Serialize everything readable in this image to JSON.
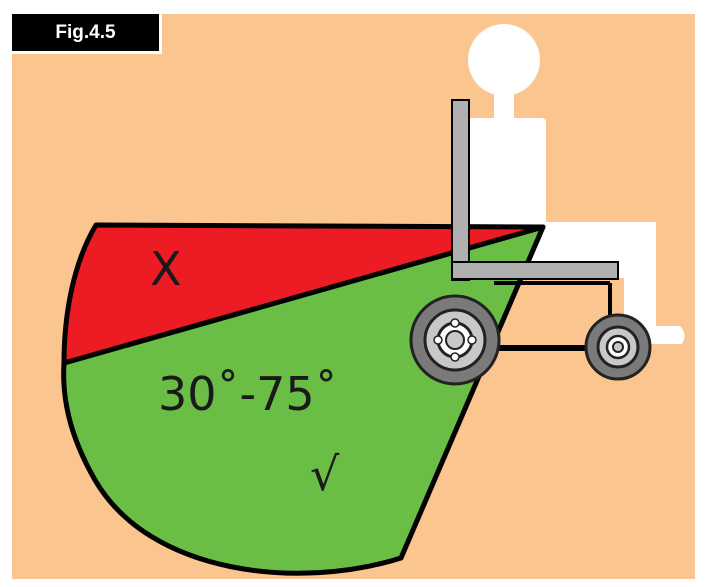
{
  "figure_label": "Fig.4.5",
  "zones": {
    "unsafe": {
      "label": "X",
      "color": "#ed1c24"
    },
    "safe": {
      "label": "√",
      "angle_text": "30˚-75˚",
      "color": "#6abd45"
    }
  },
  "colors": {
    "background": "#fbc590",
    "person": "#ffffff",
    "chair_frame": "#b0b0b0",
    "wheel": "#808080",
    "outline": "#000000"
  },
  "icons": [
    "wheelchair-user-icon",
    "large-wheel-icon",
    "small-wheel-icon"
  ]
}
